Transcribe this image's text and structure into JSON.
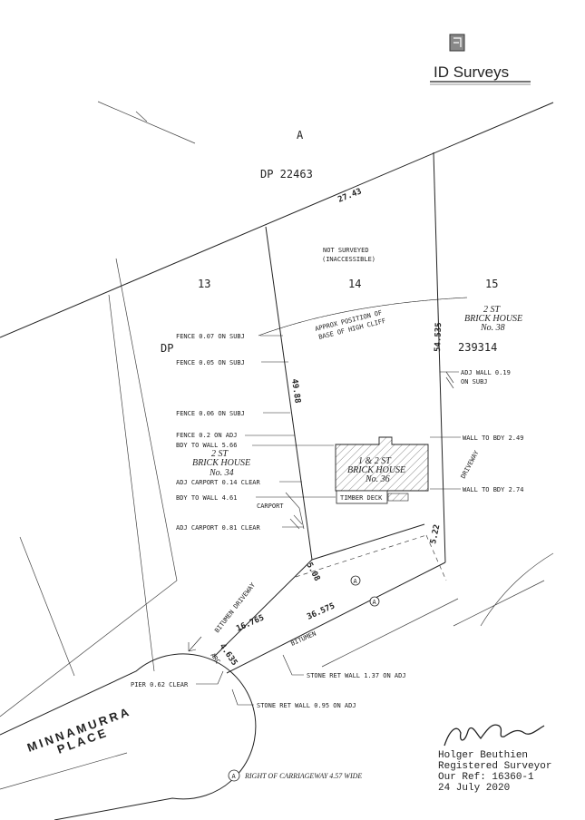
{
  "header": {
    "logo": "ID Surveys"
  },
  "parcels": {
    "lot_a": "A",
    "dp_top": "DP  22463",
    "lot_13": "13",
    "lot_14": "14",
    "lot_15": "15",
    "dp_left": "DP",
    "dp_right": "239314",
    "not_surveyed_1": "NOT SURVEYED",
    "not_surveyed_2": "(INACCESSIBLE)",
    "cliff_1": "APPROX POSITION OF",
    "cliff_2": "BASE OF HIGH CLIFF"
  },
  "dimensions": {
    "top": "27.43",
    "left": "49.88",
    "right": "54.535",
    "south_east": "5.22",
    "inner": "5.08",
    "frontage_north": "16.765",
    "frontage_long": "36.575",
    "corner": "4.635",
    "arc": "ARC"
  },
  "houses": {
    "h38": {
      "line1": "2 ST",
      "line2": "BRICK HOUSE",
      "line3": "No. 38"
    },
    "h34": {
      "line1": "2 ST",
      "line2": "BRICK HOUSE",
      "line3": "No. 34"
    },
    "h36": {
      "line1": "1 & 2 ST",
      "line2": "BRICK HOUSE",
      "line3": "No. 36"
    }
  },
  "features": {
    "timber_deck": "TIMBER DECK",
    "carport": "CARPORT",
    "driveway_right": "DRIVEWAY",
    "driveway_left": "BITUMEN DRIVEWAY",
    "bitumen": "BITUMEN",
    "road_line1": "MINNAMURRA",
    "road_line2": "PLACE",
    "row_marker": "A"
  },
  "annotations": {
    "fence_007": "FENCE 0.07 ON SUBJ",
    "fence_005": "FENCE 0.05 ON SUBJ",
    "fence_006": "FENCE 0.06 ON SUBJ",
    "fence_02": "FENCE 0.2 ON ADJ",
    "bdy_wall_566": "BDY TO WALL 5.66",
    "adj_carport_014": "ADJ CARPORT 0.14 CLEAR",
    "bdy_wall_461": "BDY TO WALL 4.61",
    "adj_carport_081": "ADJ CARPORT 0.81 CLEAR",
    "adj_wall_1": "ADJ WALL 0.19",
    "adj_wall_2": "ON SUBJ",
    "wall_bdy_249": "WALL TO BDY 2.49",
    "wall_bdy_274": "WALL TO BDY 2.74",
    "pier": "PIER 0.62 CLEAR",
    "stone_137": "STONE RET WALL 1.37 ON ADJ",
    "stone_095": "STONE RET WALL 0.95 ON ADJ"
  },
  "legend": {
    "marker": "A",
    "text": "RIGHT OF CARRIAGEWAY 4.57 WIDE"
  },
  "surveyor": {
    "signature": "H Beuthien",
    "name": "Holger Beuthien",
    "title": "Registered Surveyor",
    "ref": "Our Ref: 16360-1",
    "date": "24 July 2020"
  }
}
